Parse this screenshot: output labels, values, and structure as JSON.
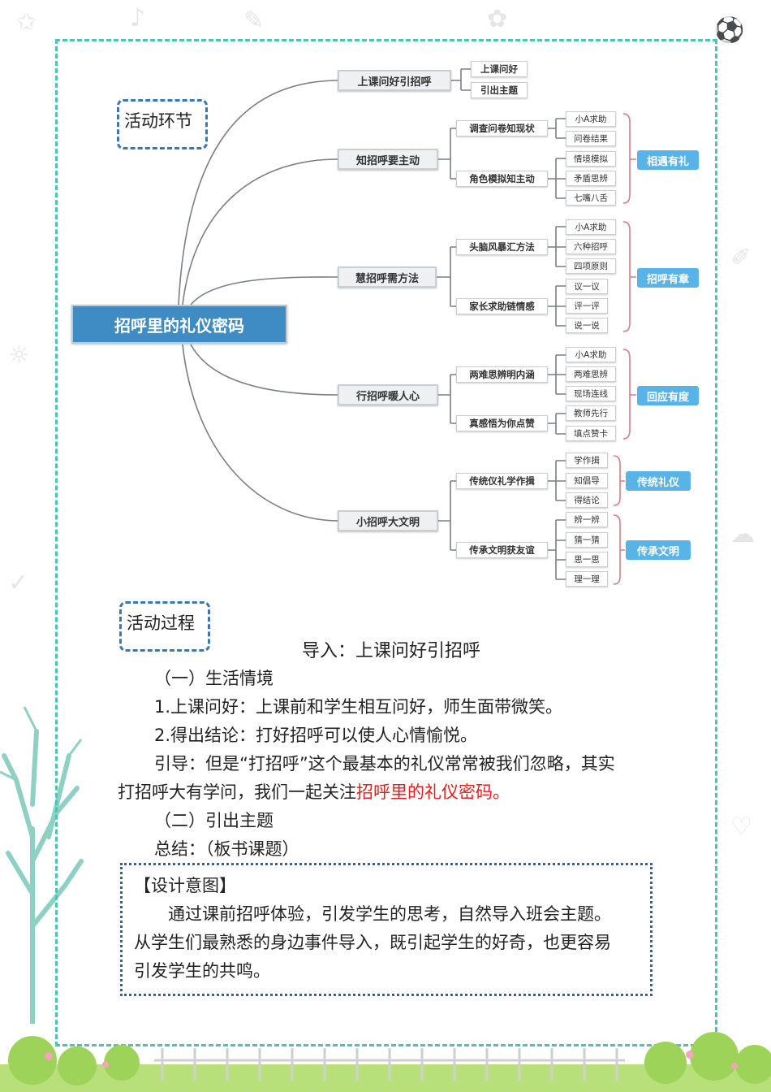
{
  "labels": {
    "section1": "活动环节",
    "section2": "活动过程"
  },
  "mindmap": {
    "root": "招呼里的礼仪密码",
    "branches": [
      {
        "title": "上课问好引招呼",
        "subs": [
          "上课问好",
          "引出主题"
        ]
      },
      {
        "title": "知招呼要主动",
        "subs": [
          "调查问卷知现状",
          "角色模拟知主动"
        ],
        "leaves": [
          "小A求助",
          "问卷结果",
          "情境模拟",
          "矛盾思辨",
          "七嘴八舌"
        ],
        "tag": "相遇有礼"
      },
      {
        "title": "慧招呼需方法",
        "subs": [
          "头脑风暴汇方法",
          "家长求助链情感"
        ],
        "leaves": [
          "小A求助",
          "六种招呼",
          "四项原则",
          "议一议",
          "评一评",
          "说一说"
        ],
        "tag": "招呼有章"
      },
      {
        "title": "行招呼暖人心",
        "subs": [
          "两难思辨明内涵",
          "真感悟为你点赞"
        ],
        "leaves": [
          "小A求助",
          "两难思辨",
          "现场连线",
          "教师先行",
          "填点赞卡"
        ],
        "tag": "回应有度"
      },
      {
        "title": "小招呼大文明",
        "subs": [
          "传统仪礼学作揖",
          "传承文明获友谊"
        ],
        "leaves": [
          "学作揖",
          "知倡导",
          "得结论",
          "辨一辨",
          "猜一猜",
          "思一思",
          "理一理"
        ],
        "tags": [
          "传统礼仪",
          "传承文明"
        ]
      }
    ]
  },
  "process": {
    "heading": "导入：上课问好引招呼",
    "p1": "（一）生活情境",
    "p2": "1.上课问好：上课前和学生相互问好，师生面带微笑。",
    "p3": "2.得出结论：打好招呼可以使人心情愉悦。",
    "p4": "引导：但是“打招呼”这个最基本的礼仪常常被我们忽略，其实",
    "p5a": "打招呼大有学问，我们一起关注",
    "p5b": "招呼里的礼仪密码。",
    "p6": "（二）引出主题",
    "p7": "总结：（板书课题）"
  },
  "design": {
    "title": "【设计意图】",
    "l1": "通过课前招呼体验，引发学生的思考，自然导入班会主题。",
    "l2": "从学生们最熟悉的身边事件导入，既引起学生的好奇，也更容易",
    "l3": "引发学生的共鸣。"
  },
  "colors": {
    "frame": "#4cc3b4",
    "root": "#3e8cc3",
    "tag": "#5ab3e6",
    "highlight": "#e3201b",
    "branch_line": "#7a7f85",
    "bracket": "#d77a8a"
  }
}
